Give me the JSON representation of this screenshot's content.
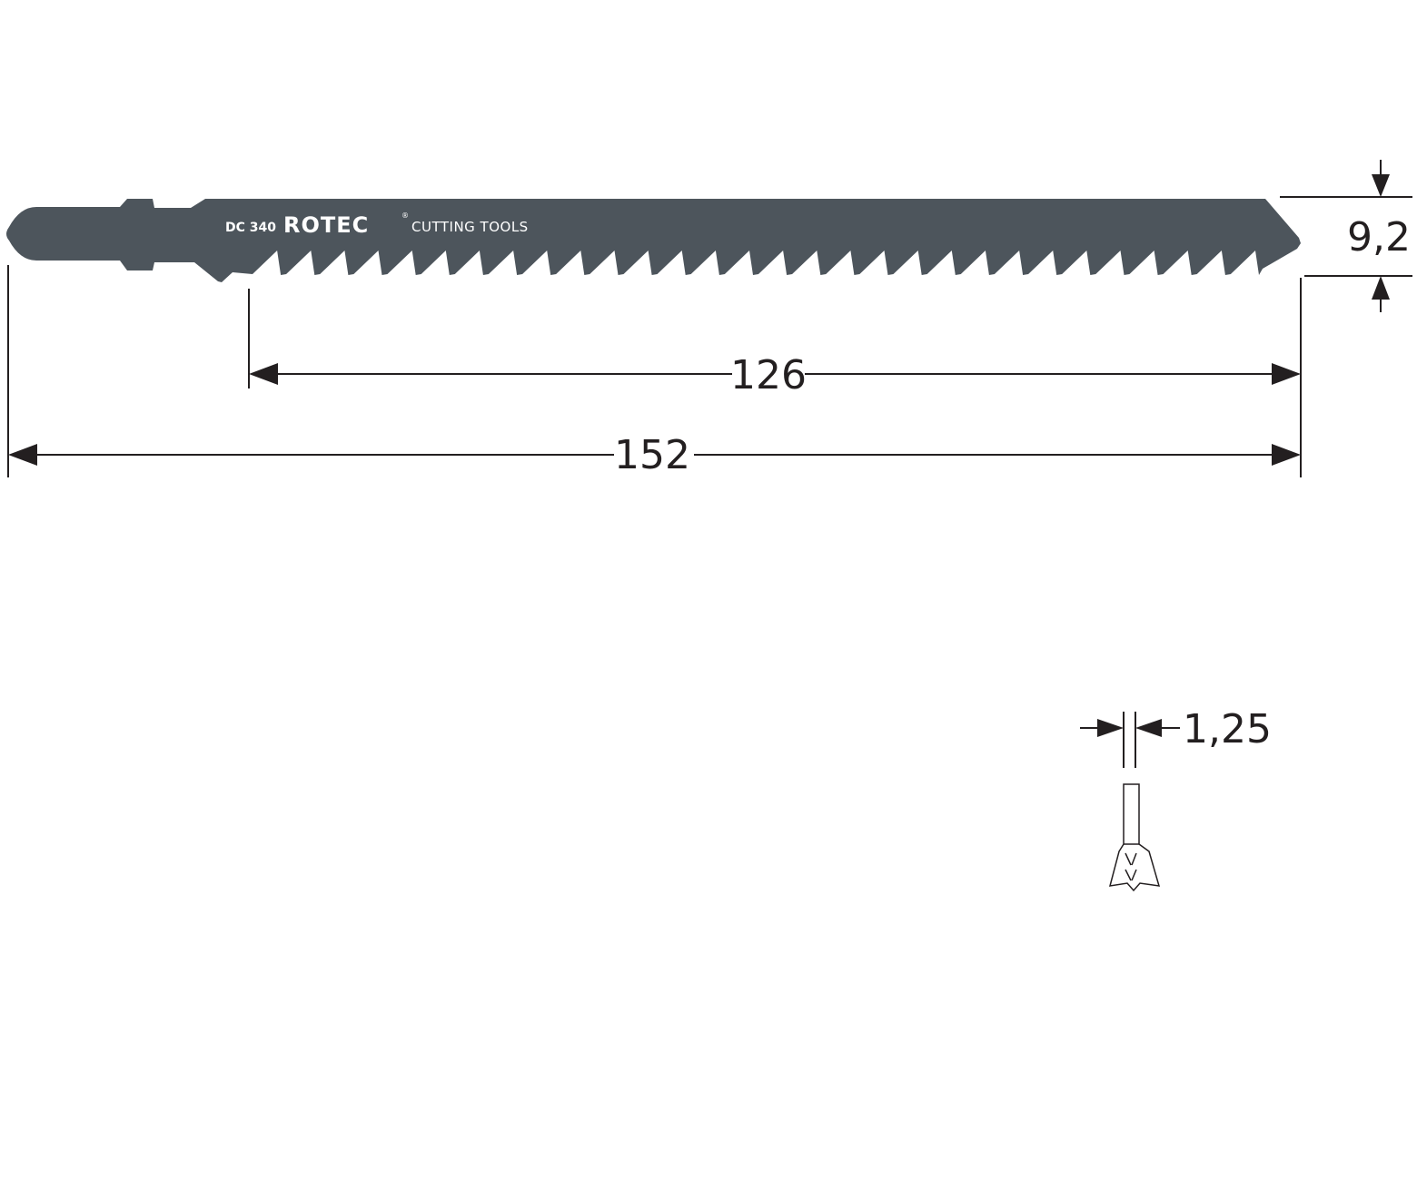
{
  "blade": {
    "code": "DC 340",
    "brand": "ROTEC",
    "registered_mark": "®",
    "brand_tagline": "CUTTING TOOLS",
    "color": "#4d555c"
  },
  "dimensions": {
    "blade_height": "9,2",
    "toothed_length": "126",
    "total_length": "152",
    "thickness": "1,25"
  },
  "colors": {
    "line": "#231f20",
    "background": "#ffffff"
  }
}
